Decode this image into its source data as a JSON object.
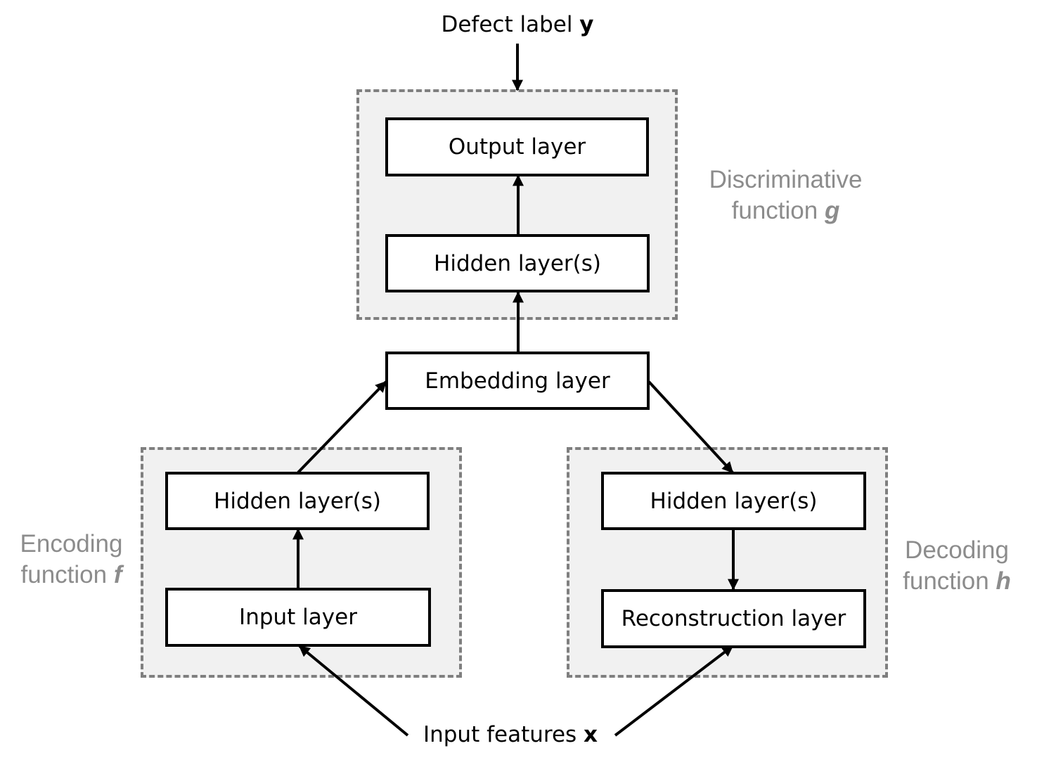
{
  "top_label": {
    "text": "Defect label ",
    "var": "y"
  },
  "bottom_label": {
    "text": "Input features ",
    "var": "x"
  },
  "discriminative": {
    "line1": "Discriminative",
    "line2": "function ",
    "var": "g",
    "output": "Output layer",
    "hidden": "Hidden layer(s)"
  },
  "embedding": "Embedding layer",
  "encoding": {
    "line1": "Encoding",
    "line2": "function ",
    "var": "f",
    "hidden": "Hidden layer(s)",
    "input": "Input layer"
  },
  "decoding": {
    "line1": "Decoding",
    "line2": "function ",
    "var": "h",
    "hidden": "Hidden layer(s)",
    "reconstruction": "Reconstruction layer"
  },
  "colors": {
    "group_fill": "#f1f1f1",
    "group_border": "#7f7f7f",
    "caption_text": "#8c8c8c",
    "stroke": "#000000"
  }
}
